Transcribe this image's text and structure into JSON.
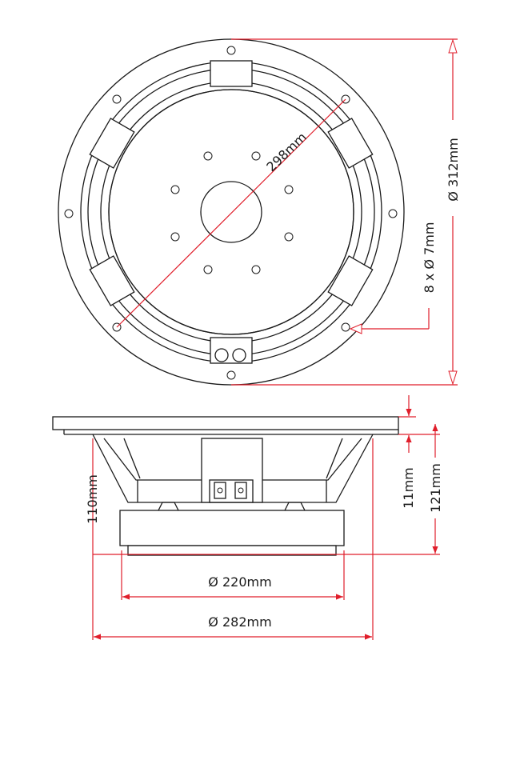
{
  "dimensions": {
    "mounting_circle": "298mm",
    "outer_diameter": "Ø 312mm",
    "mounting_holes": "8 x Ø 7mm",
    "magnet_diameter": "Ø 220mm",
    "frame_diameter": "Ø 282mm",
    "depth_without_flange": "110mm",
    "flange_thickness": "11mm",
    "total_depth": "121mm"
  },
  "colors": {
    "dimension_lines": "#e01e2b",
    "outline": "#1a1a1a",
    "background": "#ffffff"
  }
}
